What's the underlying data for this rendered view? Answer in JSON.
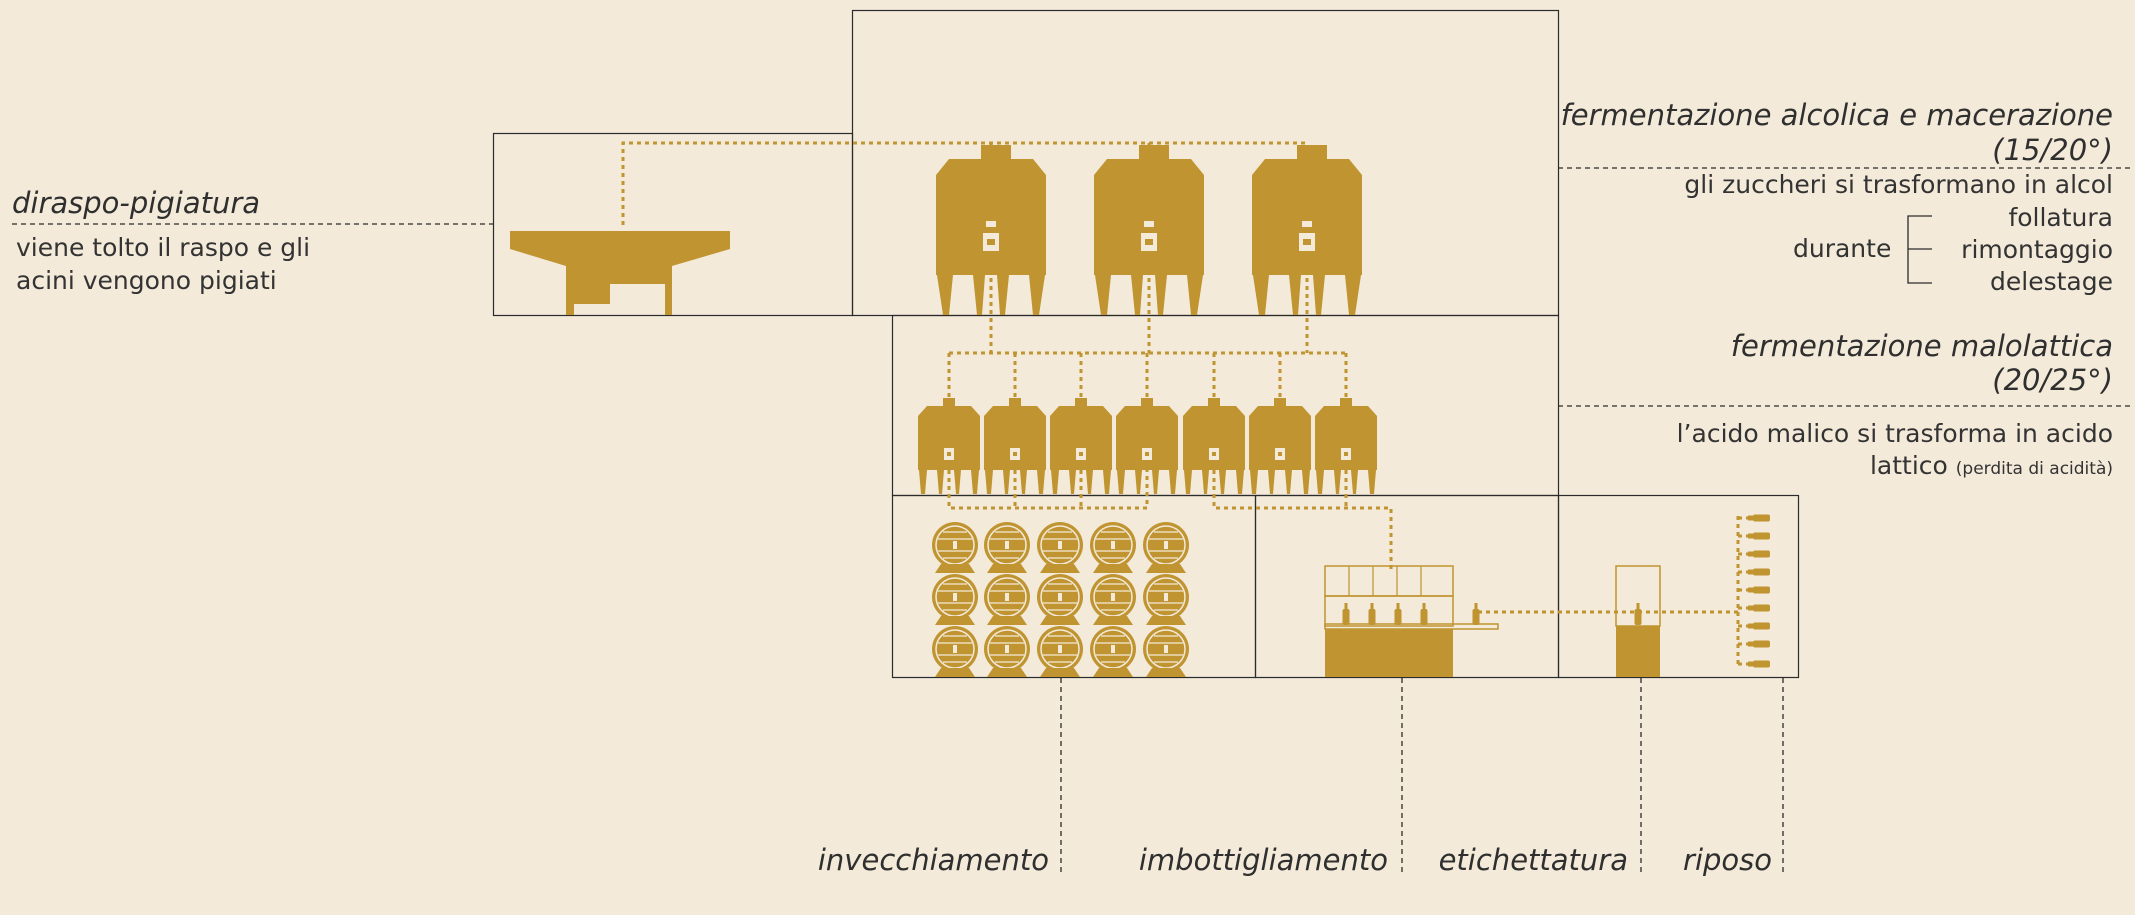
{
  "stages": {
    "diraspa": {
      "title": "diraspo-pigiatura",
      "desc_1": "viene tolto il raspo e gli",
      "desc_2": "acini vengono pigiati"
    },
    "alcolica": {
      "title_1": "fermentazione alcolica e macerazione",
      "title_2": "(15/20°)",
      "desc": "gli zuccheri si trasformano in alcol",
      "during_label": "durante",
      "during_items": [
        "follatura",
        "rimontaggio",
        "delestage"
      ]
    },
    "malolattica": {
      "title_1": "fermentazione malolattica",
      "title_2": "(20/25°)",
      "desc_1": "l’acido malico si trasforma in acido",
      "desc_2": "lattico",
      "desc_note": "(perdita di acidità)"
    },
    "bottom_labels": [
      "invecchiamento",
      "imbottigliamento",
      "etichettatura",
      "riposo"
    ]
  },
  "colors": {
    "gold": "#c09430",
    "line": "#2b2b2b",
    "background": "#f3eada"
  }
}
